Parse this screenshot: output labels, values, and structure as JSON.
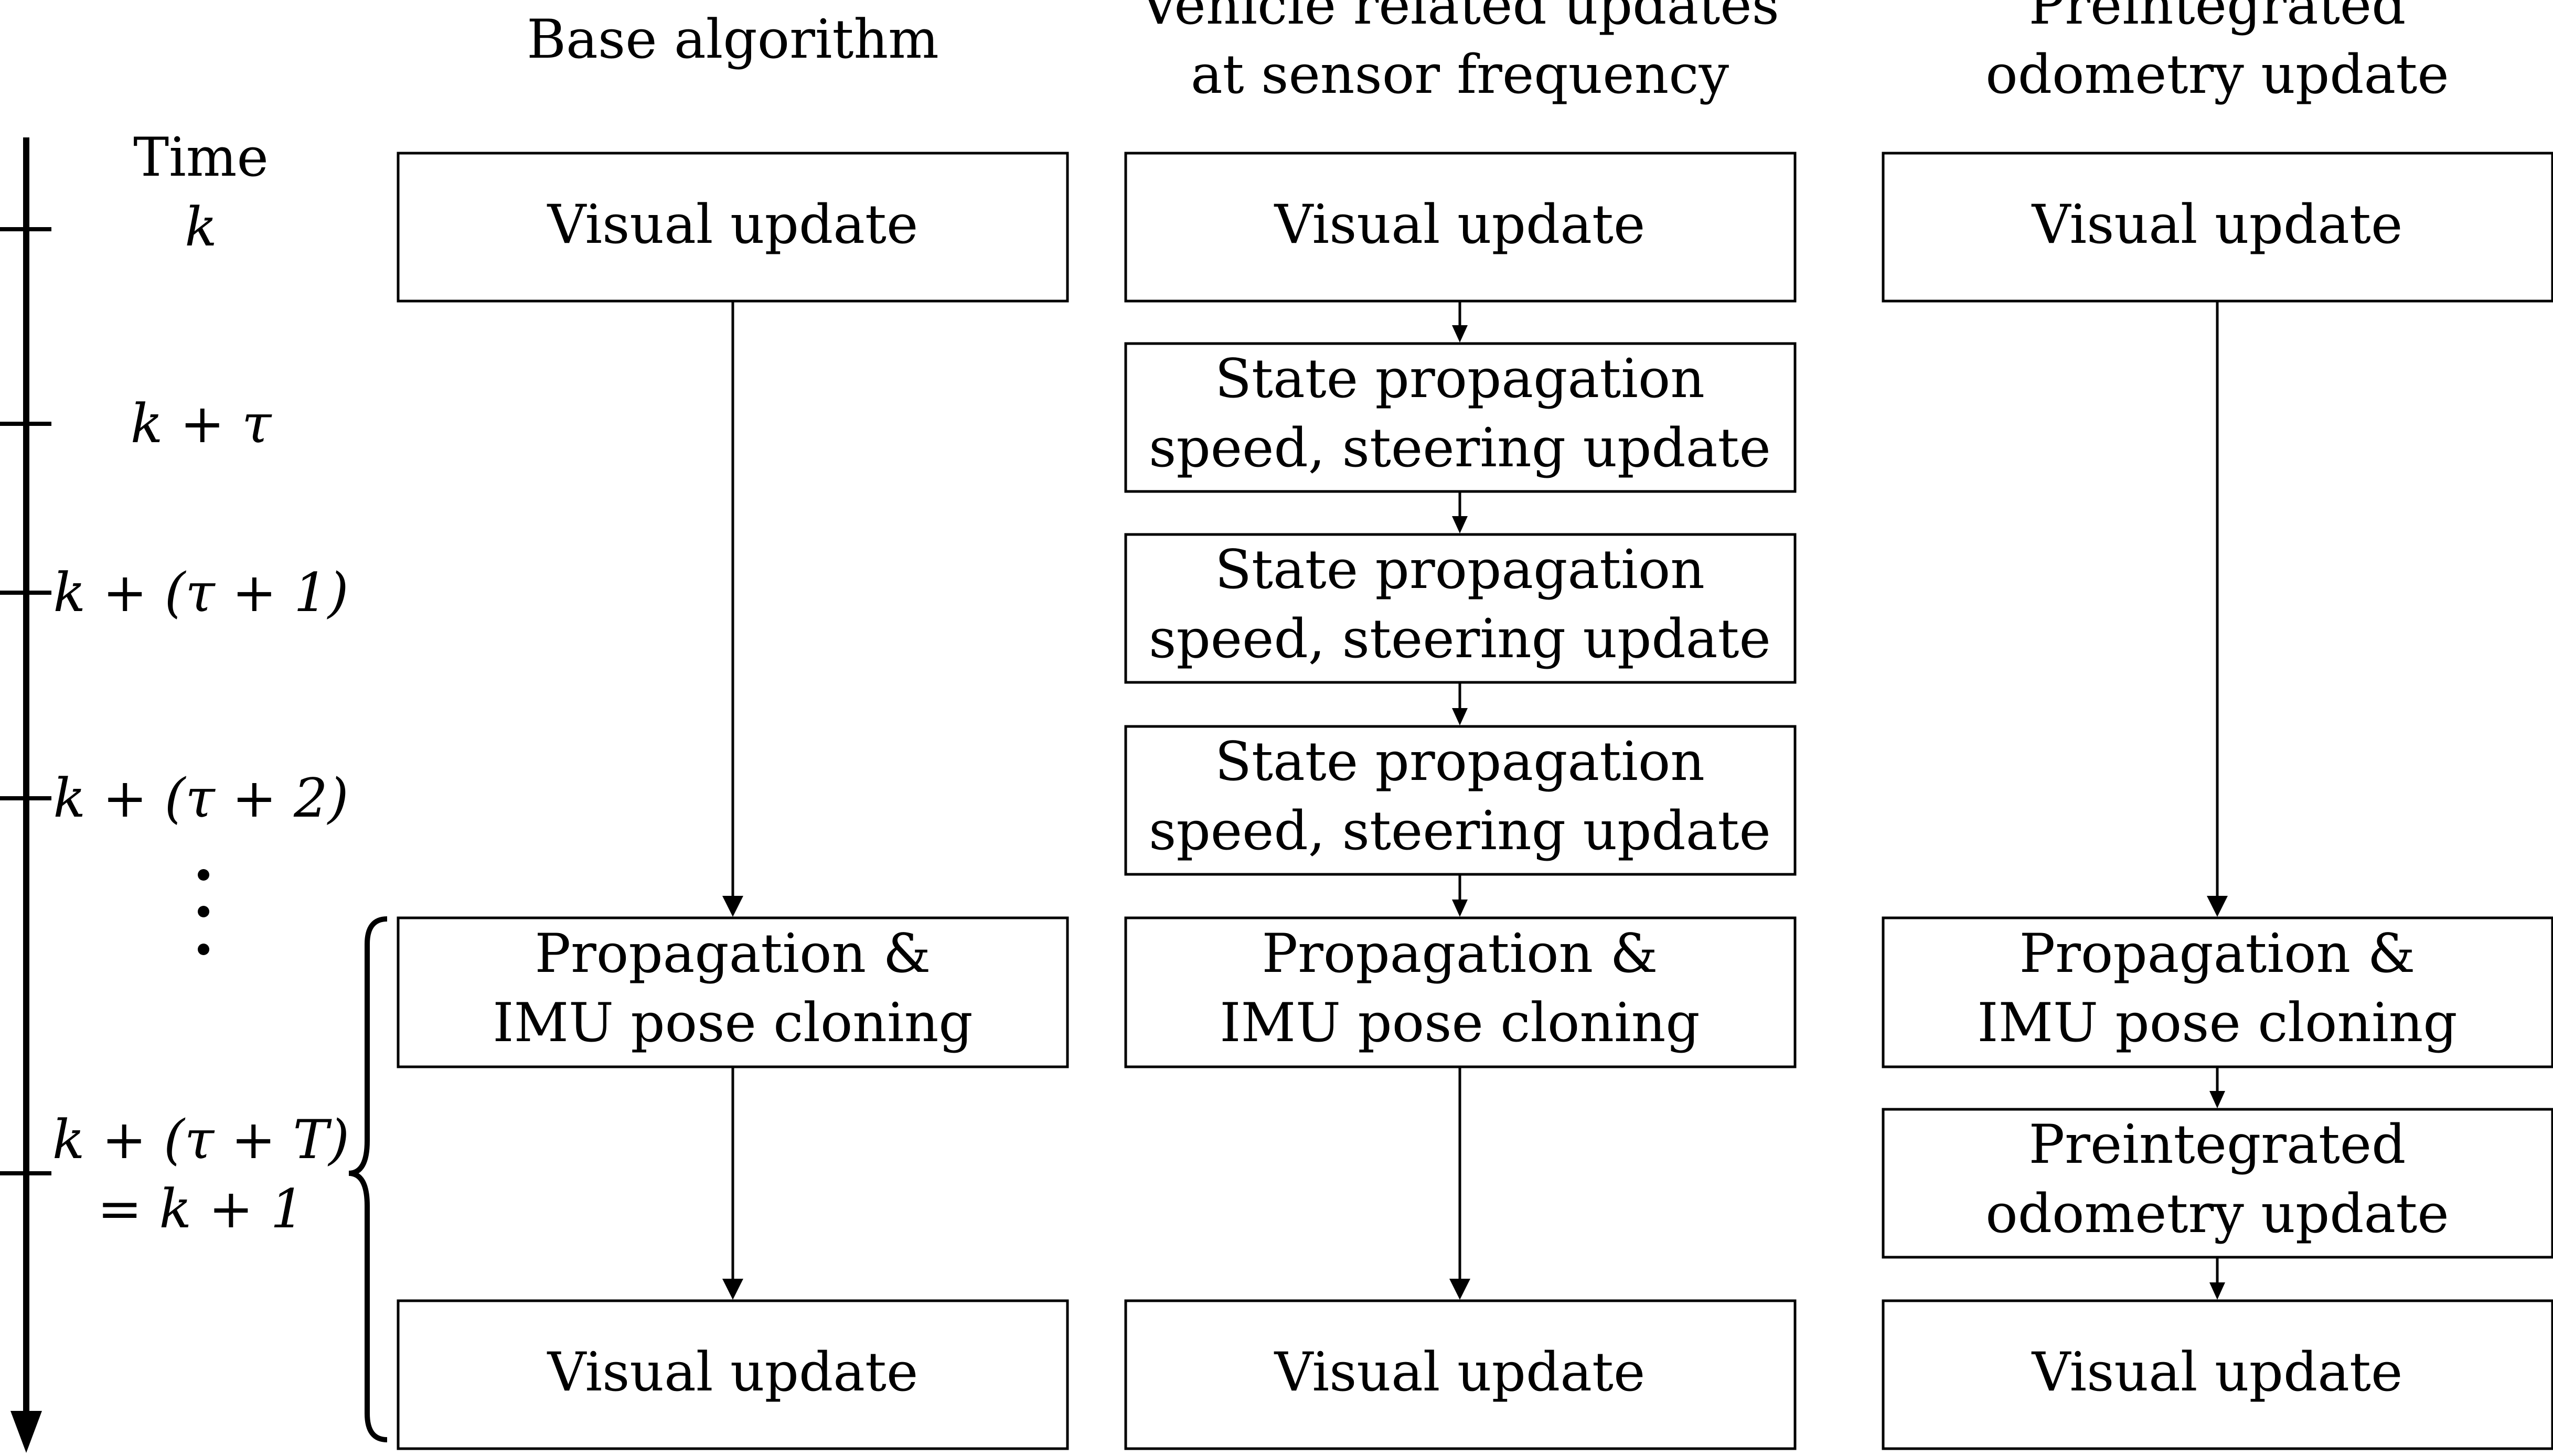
{
  "columns": {
    "base": {
      "header": [
        "Base algorithm"
      ]
    },
    "vehicle": {
      "header": [
        "Vehicle related updates",
        "at sensor frequency"
      ]
    },
    "preint": {
      "header": [
        "Preintegrated",
        "odometry update"
      ]
    }
  },
  "time_axis": {
    "title": [
      "Time"
    ],
    "labels": {
      "k": [
        "k"
      ],
      "k_tau": [
        "k + τ"
      ],
      "k_tau1": [
        "k + (τ + 1)"
      ],
      "k_tau2": [
        "k + (τ + 2)"
      ],
      "k_tauT": [
        "k + (τ + T)",
        "= k + 1"
      ]
    }
  },
  "boxes": {
    "visual": [
      "Visual update"
    ],
    "state_prop": [
      "State propagation",
      "speed, steering update"
    ],
    "prop_clone": [
      "Propagation &",
      "IMU pose cloning"
    ],
    "preint": [
      "Preintegrated",
      "odometry update"
    ]
  },
  "colors": {
    "ink": "#000000",
    "background": "#ffffff"
  }
}
